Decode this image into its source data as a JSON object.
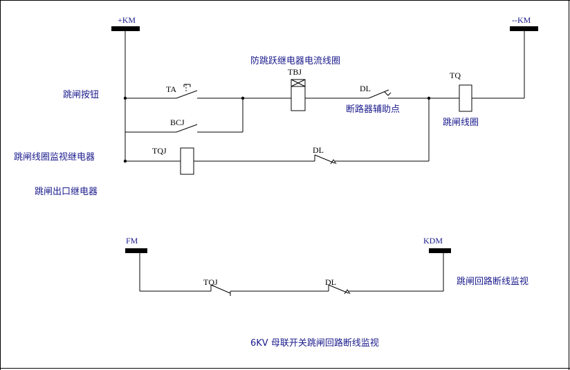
{
  "buses": {
    "plus_km": "+KM",
    "minus_km": "--KM",
    "fm": "FM",
    "kdm": "KDM"
  },
  "components": {
    "ta": "TA",
    "bcj": "BCJ",
    "tbj": "TBJ",
    "dl_top": "DL",
    "tq": "TQ",
    "tqj_coil": "TQJ",
    "dl_mid": "DL",
    "tqj_contact": "TQJ",
    "dl_bottom": "DL"
  },
  "annotations": {
    "anti_pump_coil": "防跳跃继电器电流线圈",
    "trip_button": "跳闸按钮",
    "breaker_aux": "断路器辅助点",
    "trip_coil": "跳闸线圈",
    "trip_monitor_relay": "跳闸线圈监视继电器",
    "trip_output_relay": "跳闸出口继电器",
    "circuit_break_monitor": "跳闸回路断线监视",
    "caption": "6KV 母联开关跳闸回路断线监视"
  }
}
